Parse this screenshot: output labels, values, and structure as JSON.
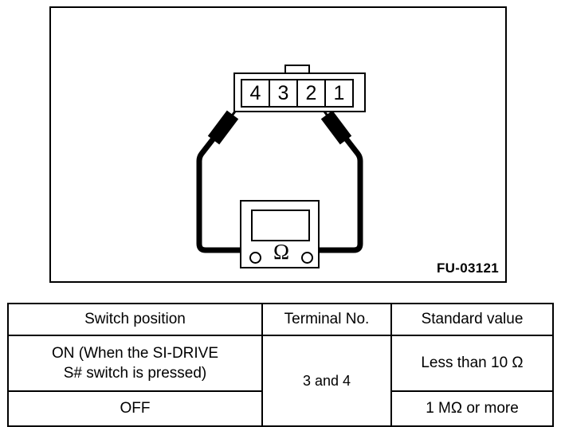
{
  "figure": {
    "code": "FU-03121",
    "connector": {
      "terminals": [
        {
          "label": "4"
        },
        {
          "label": "3"
        },
        {
          "label": "2"
        },
        {
          "label": "1"
        }
      ]
    },
    "meter": {
      "symbol": "Ω"
    }
  },
  "table": {
    "headers": {
      "switch_position": "Switch position",
      "terminal_no": "Terminal No.",
      "standard_value": "Standard value"
    },
    "rows": [
      {
        "switch_position_line1": "ON (When the SI-DRIVE",
        "switch_position_line2": "S# switch is pressed)",
        "terminal_no": "3 and 4",
        "standard_value": "Less than 10 Ω"
      },
      {
        "switch_position": "OFF",
        "standard_value": "1 MΩ or more"
      }
    ]
  }
}
